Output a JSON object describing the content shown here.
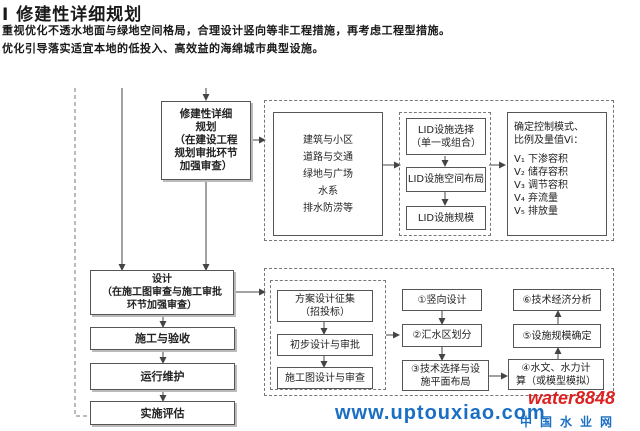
{
  "header": {
    "title": "I 修建性详细规划",
    "line1": "重视优化不透水地面与绿地空间格局，合理设计竖向等非工程措施，再考虑工程型措施。",
    "line2": "优化引导落实适宜本地的低投入、高效益的海绵城市典型设施。"
  },
  "diagram": {
    "detail_plan": "修建性详细\n规划\n（在建设工程\n规划审批环节\n加强审查）",
    "land_types": [
      "建筑与小区",
      "道路与交通",
      "绿地与广场",
      "水系",
      "排水防涝等"
    ],
    "lid_select": "LID设施选择\n（单一或组合）",
    "lid_layout": "LID设施空间布局",
    "lid_scale": "LID设施规模",
    "control_title": "确定控制模式、\n比例及量值Vi：",
    "control_items": [
      "V₁ 下渗容积",
      "V₂ 储存容积",
      "V₃ 调节容积",
      "V₄ 弃流量",
      "V₅ 排放量"
    ],
    "design": "设计\n（在施工图审查与施工审批\n环节加强审查）",
    "construction": "施工与验收",
    "operation": "运行维护",
    "evaluation": "实施评估",
    "scheme_design": "方案设计征集\n（招投标）",
    "preliminary": "初步设计与审批",
    "construction_drawing": "施工图设计与审查",
    "step1": "①竖向设计",
    "step2": "②汇水区划分",
    "step3": "③技术选择与设\n施平面布局",
    "step4": "④水文、水力计\n算（或模型模拟）",
    "step5": "⑤设施规模确定",
    "step6": "⑥技术经济分析"
  },
  "watermark": {
    "site": "www.uptouxiao.com",
    "brand": "water8848",
    "brand_cn": "中国水业网"
  }
}
